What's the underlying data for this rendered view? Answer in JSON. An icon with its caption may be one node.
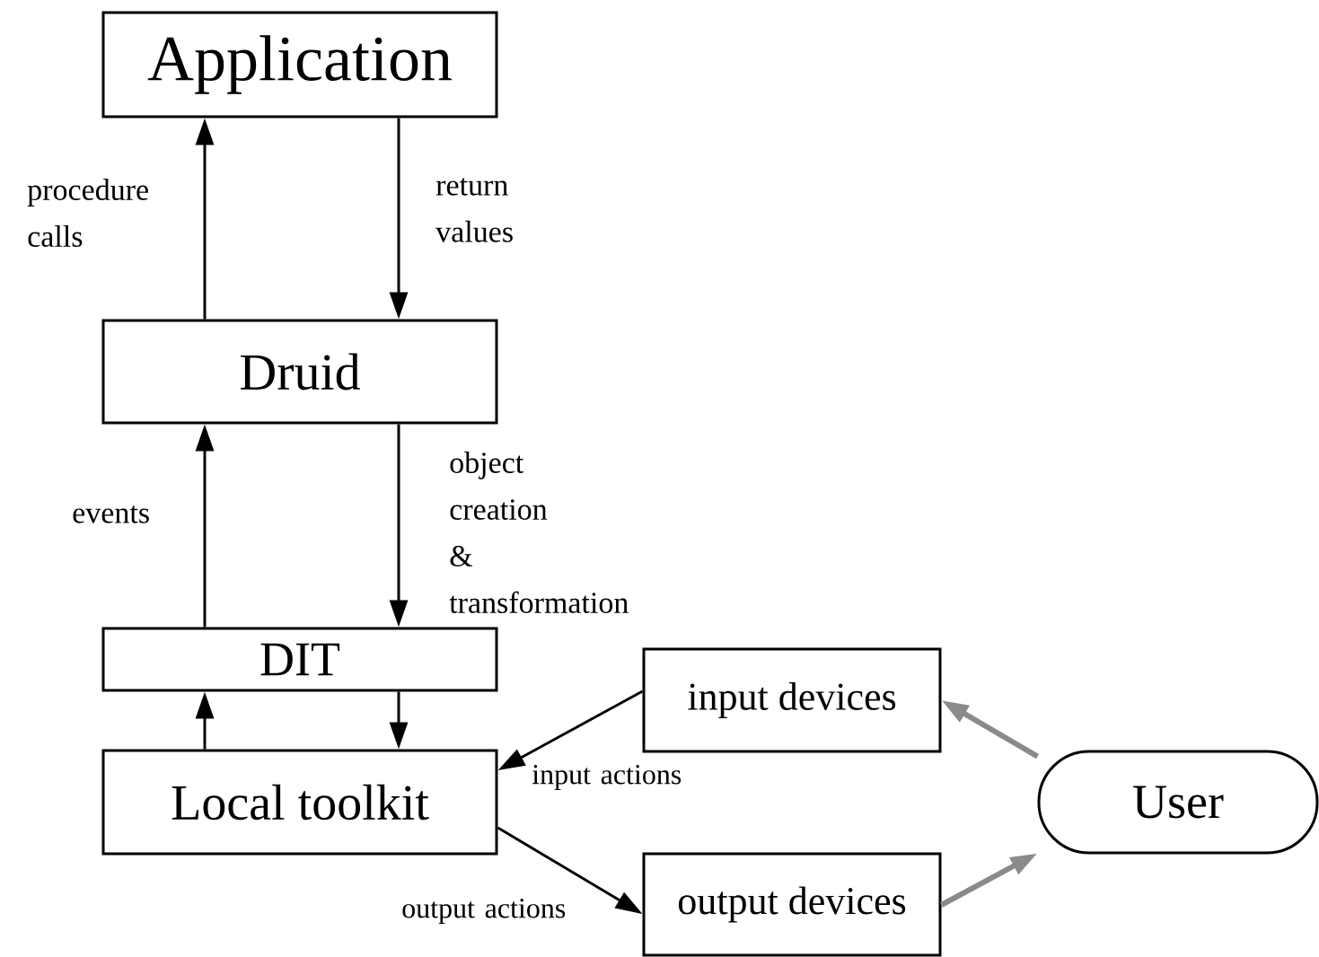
{
  "diagram": {
    "nodes": [
      {
        "text": [
          "Application"
        ]
      },
      {
        "text": [
          "Druid"
        ]
      },
      {
        "text": [
          "DIT"
        ]
      },
      {
        "text": [
          "Local toolkit"
        ]
      },
      {
        "text": [
          "input devices"
        ]
      },
      {
        "text": [
          "output devices"
        ]
      },
      {
        "text": [
          "User"
        ]
      }
    ],
    "edges": [
      {
        "from": 1,
        "to": 0,
        "arrow": "to",
        "label": "procedure calls"
      },
      {
        "from": 0,
        "to": 1,
        "arrow": "to",
        "label": "return values"
      },
      {
        "from": 2,
        "to": 1,
        "arrow": "to",
        "label": "events"
      },
      {
        "from": 1,
        "to": 2,
        "arrow": "to",
        "label": "object creation & transformation"
      },
      {
        "from": 3,
        "to": 2,
        "arrow": "to"
      },
      {
        "from": 2,
        "to": 3,
        "arrow": "to"
      },
      {
        "from": 4,
        "to": 3,
        "arrow": "to",
        "label": "input actions"
      },
      {
        "from": 3,
        "to": 5,
        "arrow": "to",
        "label": "output actions"
      },
      {
        "from": 6,
        "to": 4,
        "arrow": "to",
        "style": "thick",
        "color": "#8a8a8a"
      },
      {
        "from": 5,
        "to": 6,
        "arrow": "to",
        "style": "thick",
        "color": "#8a8a8a"
      }
    ]
  }
}
